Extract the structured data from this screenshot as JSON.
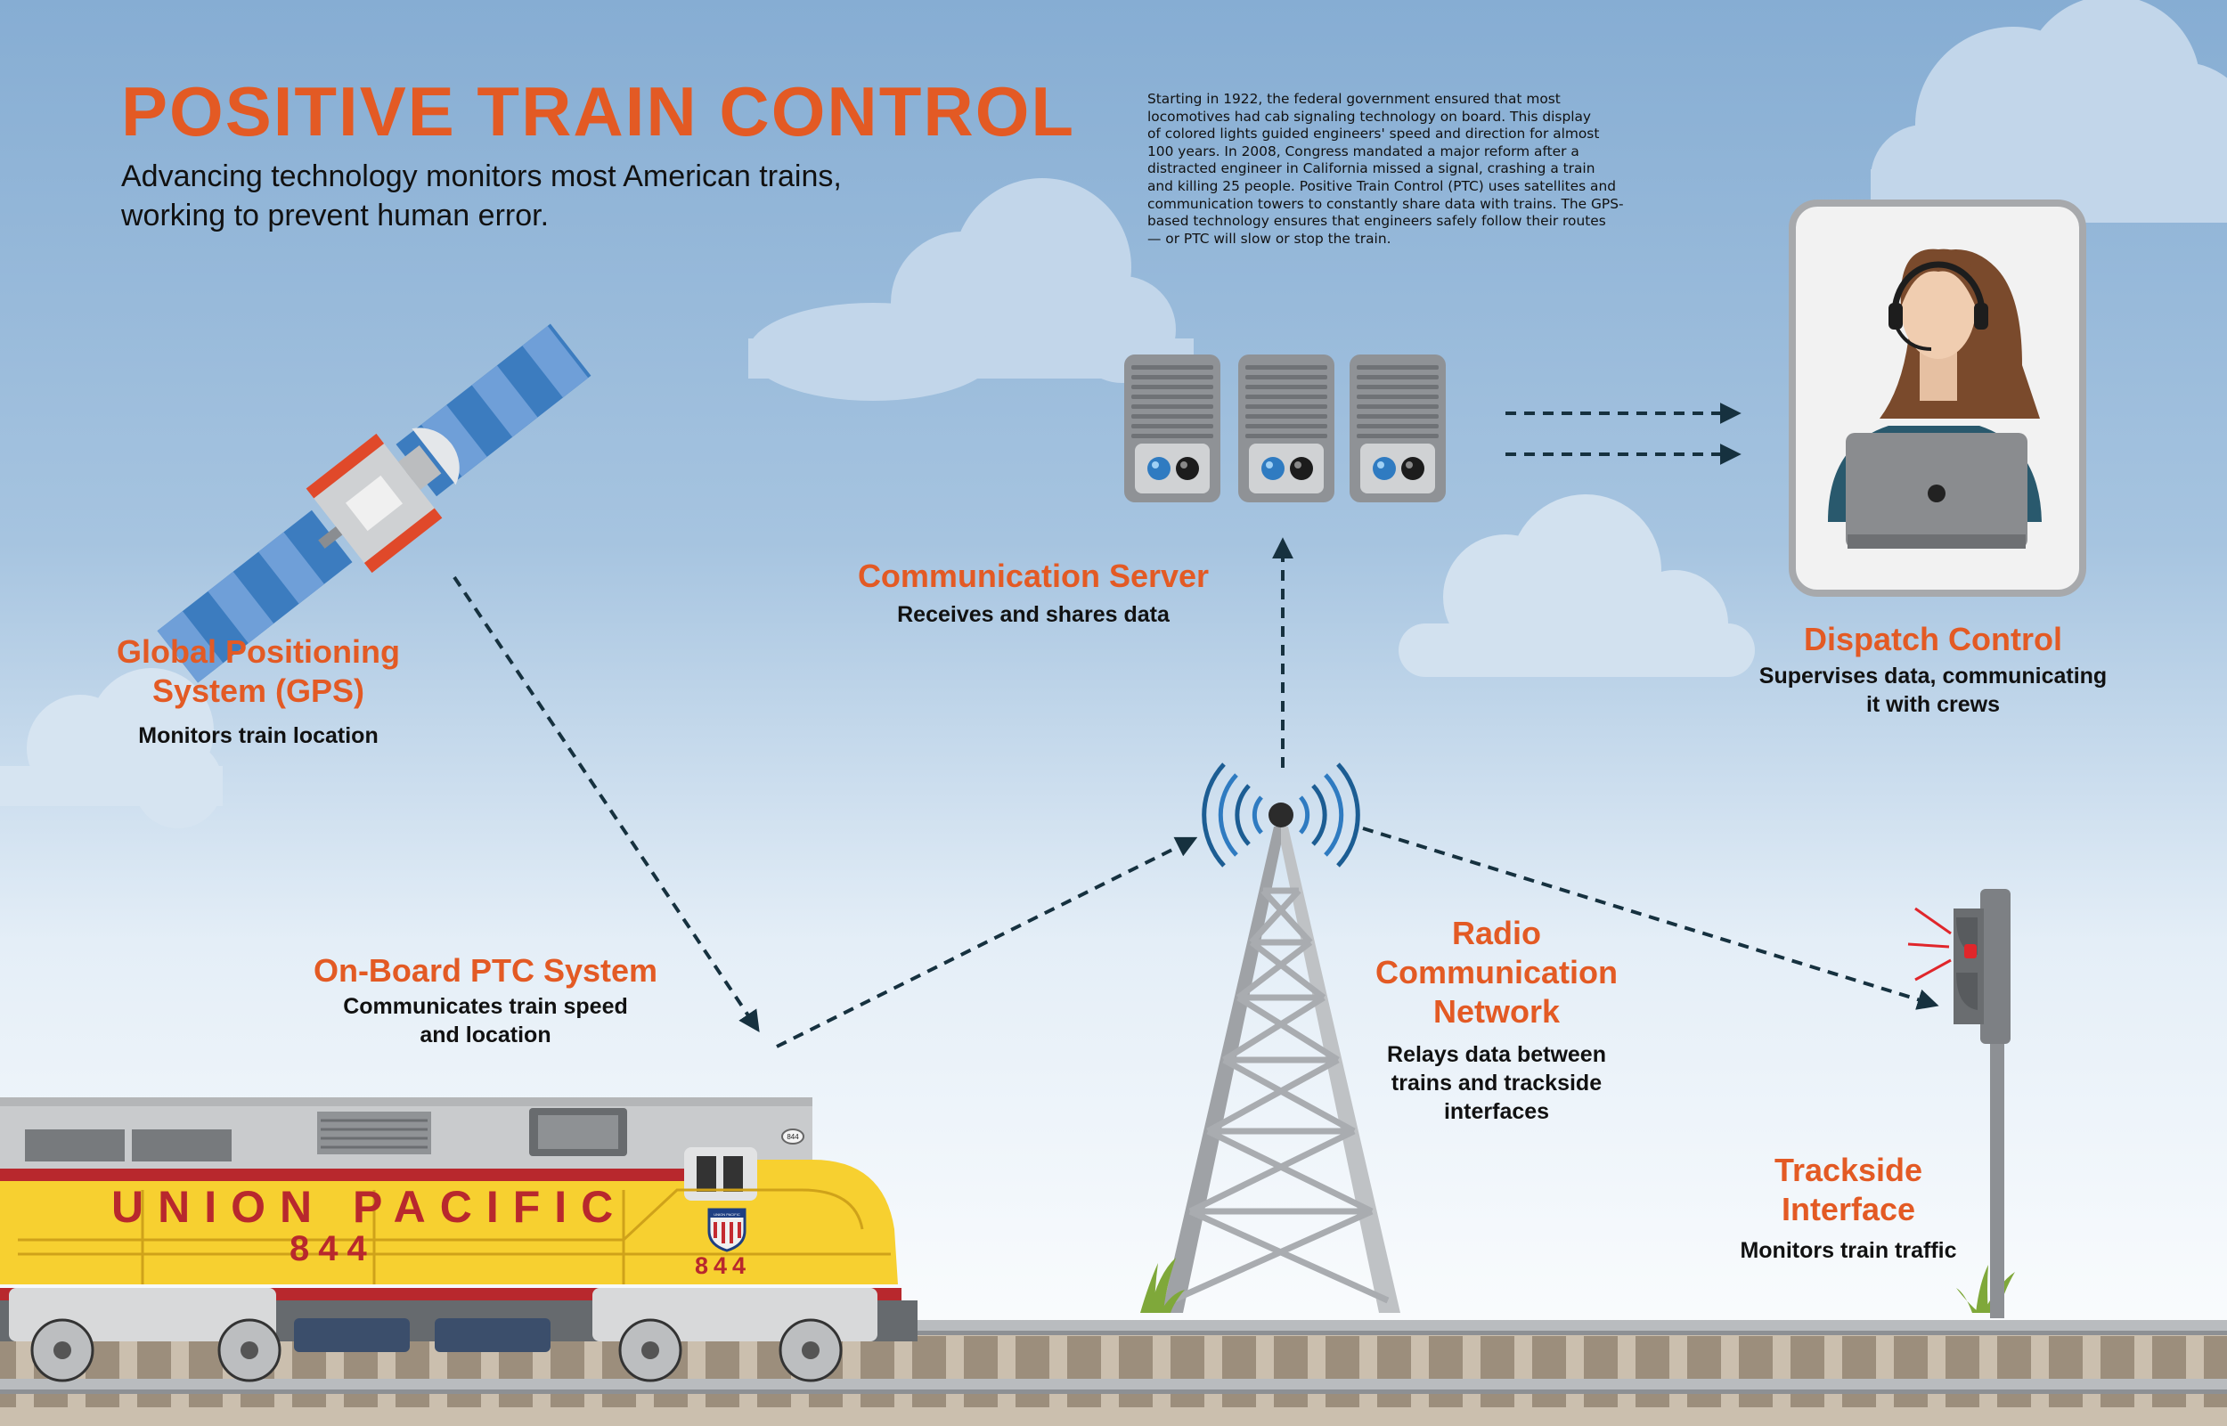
{
  "header": {
    "title": "POSITIVE TRAIN CONTROL",
    "subtitle": "Advancing technology monitors most American trains, working to prevent human error."
  },
  "intro_lines": [
    "Starting in 1922, the federal government ensured that most",
    "locomotives had cab signaling technology on board. This display",
    "of colored lights guided engineers' speed and direction for almost",
    "100 years. In 2008, Congress mandated a major reform after a",
    "distracted engineer in California missed a signal, crashing a train",
    "and killing 25 people. Positive Train Control (PTC) uses satellites and",
    "communication towers to constantly share data with trains. The GPS-",
    "based technology ensures that engineers safely follow their routes",
    "— or PTC will slow or stop the train."
  ],
  "nodes": {
    "gps": {
      "label_lines": [
        "Global Positioning",
        "System (GPS)"
      ],
      "description_lines": [
        "Monitors train location"
      ]
    },
    "server": {
      "label_lines": [
        "Communication Server"
      ],
      "description_lines": [
        "Receives and shares data"
      ]
    },
    "dispatch": {
      "label_lines": [
        "Dispatch Control"
      ],
      "description_lines": [
        "Supervises data, communicating",
        "it with crews"
      ]
    },
    "onboard": {
      "label_lines": [
        "On-Board PTC System"
      ],
      "description_lines": [
        "Communicates train speed",
        "and location"
      ]
    },
    "radio": {
      "label_lines": [
        "Radio",
        "Communication",
        "Network"
      ],
      "description_lines": [
        "Relays data between",
        "trains and trackside",
        "interfaces"
      ]
    },
    "trackside": {
      "label_lines": [
        "Trackside",
        "Interface"
      ],
      "description_lines": [
        "Monitors train traffic"
      ]
    }
  },
  "train": {
    "name_text": "UNION PACIFIC",
    "number": "844",
    "shield_text": "UNION PACIFIC",
    "plate": "844"
  },
  "colors": {
    "accent": "#e35a24",
    "sky_top": "#87aed2",
    "sky_bottom": "#ffffff",
    "train_yellow": "#f7d030",
    "train_red": "#b8282d",
    "arrow": "#16313f"
  },
  "icons": [
    "satellite-icon",
    "server-icon",
    "dispatcher-icon",
    "radio-tower-icon",
    "signal-icon",
    "locomotive-icon",
    "railroad-track-icon",
    "cloud-icon",
    "grass-icon"
  ]
}
